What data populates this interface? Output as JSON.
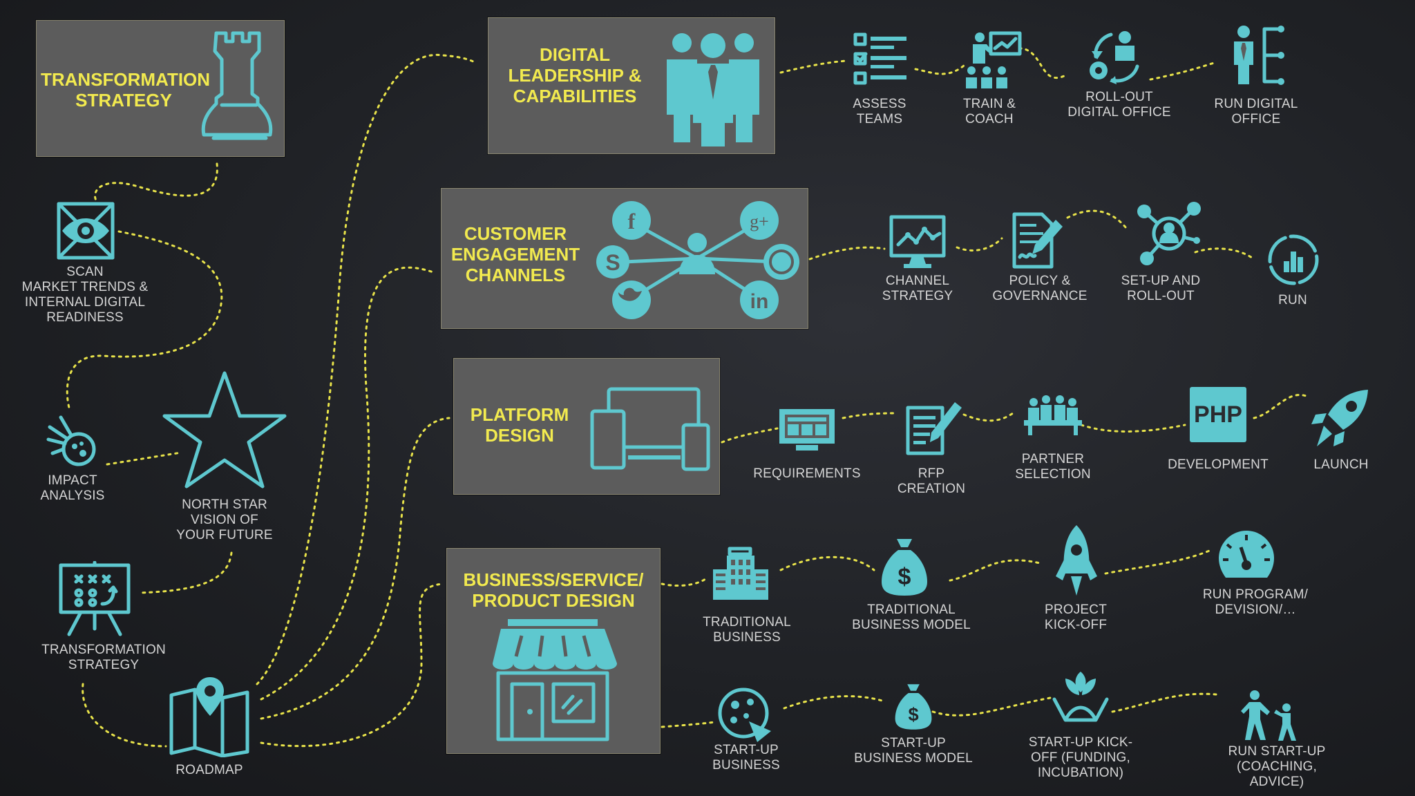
{
  "colors": {
    "accent": "#5ec8cf",
    "title": "#f2ea4f",
    "box": "#5c5c5c",
    "path": "#e8e34a"
  },
  "boxes": {
    "transformation": "TRANSFORMATION\nSTRATEGY",
    "leadership": "DIGITAL\nLEADERSHIP &\nCAPABILITIES",
    "engagement": "CUSTOMER\nENGAGEMENT\nCHANNELS",
    "platform": "PLATFORM\nDESIGN",
    "business": "BUSINESS/SERVICE/\nPRODUCT DESIGN"
  },
  "left": {
    "scan": "SCAN\nMARKET TRENDS &\nINTERNAL DIGITAL\nREADINESS",
    "impact": "IMPACT\nANALYSIS",
    "north_star": "NORTH STAR\nVISION OF\nYOUR FUTURE",
    "transformation_strategy": "TRANSFORMATION\nSTRATEGY",
    "roadmap": "ROADMAP"
  },
  "leadership_steps": [
    "ASSESS\nTEAMS",
    "TRAIN &\nCOACH",
    "ROLL-OUT\nDIGITAL OFFICE",
    "RUN DIGITAL\nOFFICE"
  ],
  "engagement_steps": [
    "CHANNEL\nSTRATEGY",
    "POLICY &\nGOVERNANCE",
    "SET-UP AND\nROLL-OUT",
    "RUN"
  ],
  "platform_steps": [
    "REQUIREMENTS",
    "RFP\nCREATION",
    "PARTNER\nSELECTION",
    "DEVELOPMENT",
    "LAUNCH"
  ],
  "business_steps": [
    "TRADITIONAL\nBUSINESS",
    "TRADITIONAL\nBUSINESS MODEL",
    "PROJECT\nKICK-OFF",
    "RUN PROGRAM/\nDEVISION/…"
  ],
  "startup_steps": [
    "START-UP\nBUSINESS",
    "START-UP\nBUSINESS MODEL",
    "START-UP KICK-\nOFF (FUNDING,\nINCUBATION)",
    "RUN START-UP\n(COACHING,\nADVICE)"
  ],
  "icon_text": {
    "php": "PHP",
    "dollar": "$"
  },
  "social": [
    "f",
    "g+",
    "S",
    "in"
  ]
}
